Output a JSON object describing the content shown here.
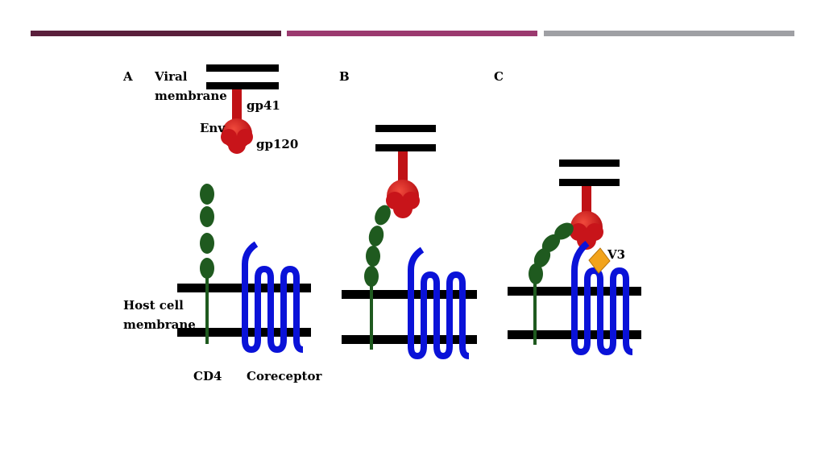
{
  "header_bars": {
    "colors": [
      "#5a1f3c",
      "#9b3a6f",
      "#9fa0a4"
    ]
  },
  "diagram": {
    "colors": {
      "membrane": "#000000",
      "env": "#d0171c",
      "cd4": "#1f5a1f",
      "coreceptor": "#0a12d8",
      "v3": "#f2a31b"
    },
    "panels": {
      "a": {
        "letter": "A"
      },
      "b": {
        "letter": "B"
      },
      "c": {
        "letter": "C"
      }
    },
    "labels": {
      "viral": "Viral",
      "membrane": "membrane",
      "gp41": "gp41",
      "env": "Env",
      "gp120": "gp120",
      "host_cell": "Host cell",
      "host_membrane": "membrane",
      "cd4": "CD4",
      "coreceptor": "Coreceptor",
      "v3": "V3"
    }
  }
}
